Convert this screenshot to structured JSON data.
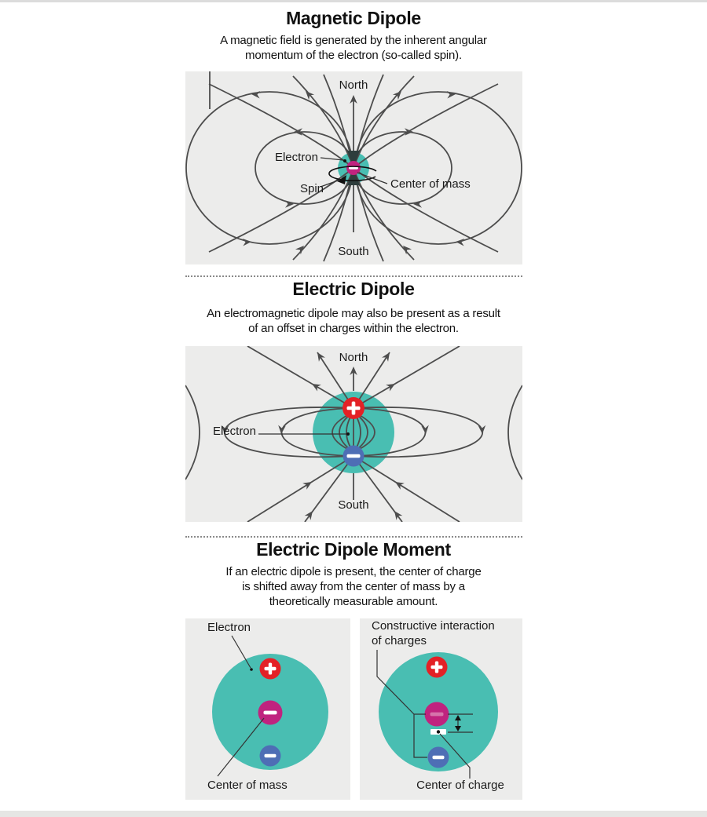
{
  "colors": {
    "teal": "#49BEB2",
    "red": "#E32126",
    "blue": "#4E6EB5",
    "magenta": "#C0237F",
    "pink_bar": "#D674AB",
    "field_line": "#4D4D4D",
    "panel_bg": "#ECECEB",
    "rule_grey": "#DCDCDC"
  },
  "sections": [
    {
      "title": "Magnetic Dipole",
      "subtitle1": "A magnetic field is generated by the inherent angular",
      "subtitle2": "momentum of the electron (so-called spin).",
      "labels": {
        "north": "North",
        "south": "South",
        "electron": "Electron",
        "spin": "Spin",
        "center_of_mass": "Center of mass"
      }
    },
    {
      "title": "Electric Dipole",
      "subtitle1": "An electromagnetic dipole may also be present as a result",
      "subtitle2": "of an offset in charges within the electron.",
      "labels": {
        "north": "North",
        "south": "South",
        "electron": "Electron"
      }
    },
    {
      "title": "Electric Dipole Moment",
      "subtitle1": "If an electric dipole is present, the center of charge",
      "subtitle2": "is shifted away from the center of mass by a",
      "subtitle3": "theoretically measurable amount.",
      "left": {
        "electron": "Electron",
        "center_of_mass": "Center of mass"
      },
      "right": {
        "constructive1": "Constructive interaction",
        "constructive2": "of charges",
        "center_of_charge": "Center of charge"
      }
    }
  ]
}
